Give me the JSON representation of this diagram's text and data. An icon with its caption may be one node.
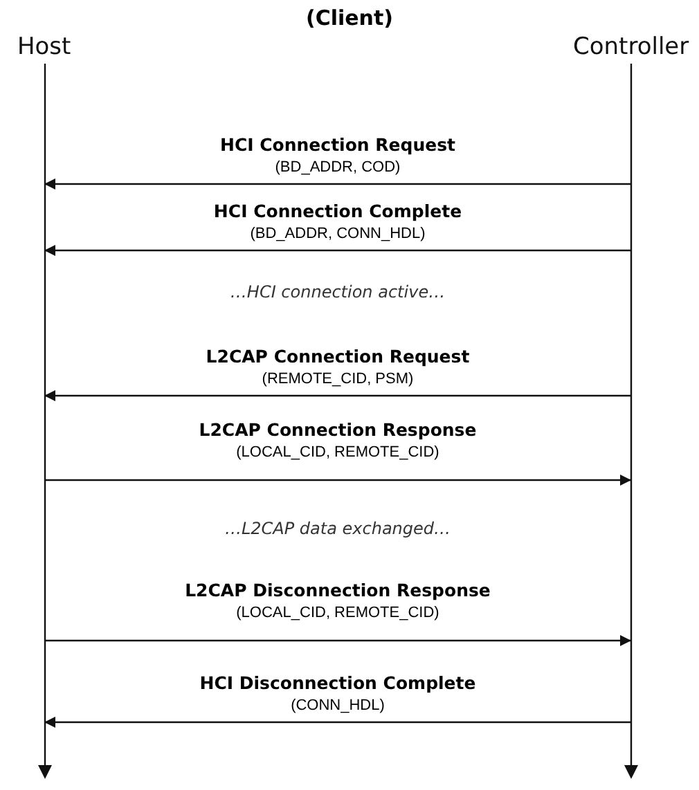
{
  "diagram": {
    "title": "(Client)",
    "nodes": [
      {
        "text": [
          "Host"
        ]
      },
      {
        "text": [
          "Controller"
        ]
      }
    ],
    "edges": [
      {
        "from": 1,
        "to": 0,
        "arrow": "to",
        "label": "**HCI Connection Request** (BD_ADDR, COD)"
      },
      {
        "from": 1,
        "to": 0,
        "arrow": "to",
        "label": "**HCI Connection Complete** (BD_ADDR, CONN_HDL)"
      },
      {
        "from": 1,
        "to": 0,
        "arrow": "to",
        "label": "**L2CAP Connection Request** (REMOTE_CID, PSM)"
      },
      {
        "from": 0,
        "to": 1,
        "arrow": "to",
        "label": "**L2CAP Connection Response** (LOCAL_CID, REMOTE_CID)"
      },
      {
        "from": 0,
        "to": 1,
        "arrow": "to",
        "label": "**L2CAP Disconnection Response** (LOCAL_CID, REMOTE_CID)"
      },
      {
        "from": 1,
        "to": 0,
        "arrow": "to",
        "label": "**HCI Disconnection Complete** (CONN_HDL)"
      }
    ],
    "labels": [
      "…HCI connection active…",
      "…L2CAP data exchanged…"
    ]
  }
}
